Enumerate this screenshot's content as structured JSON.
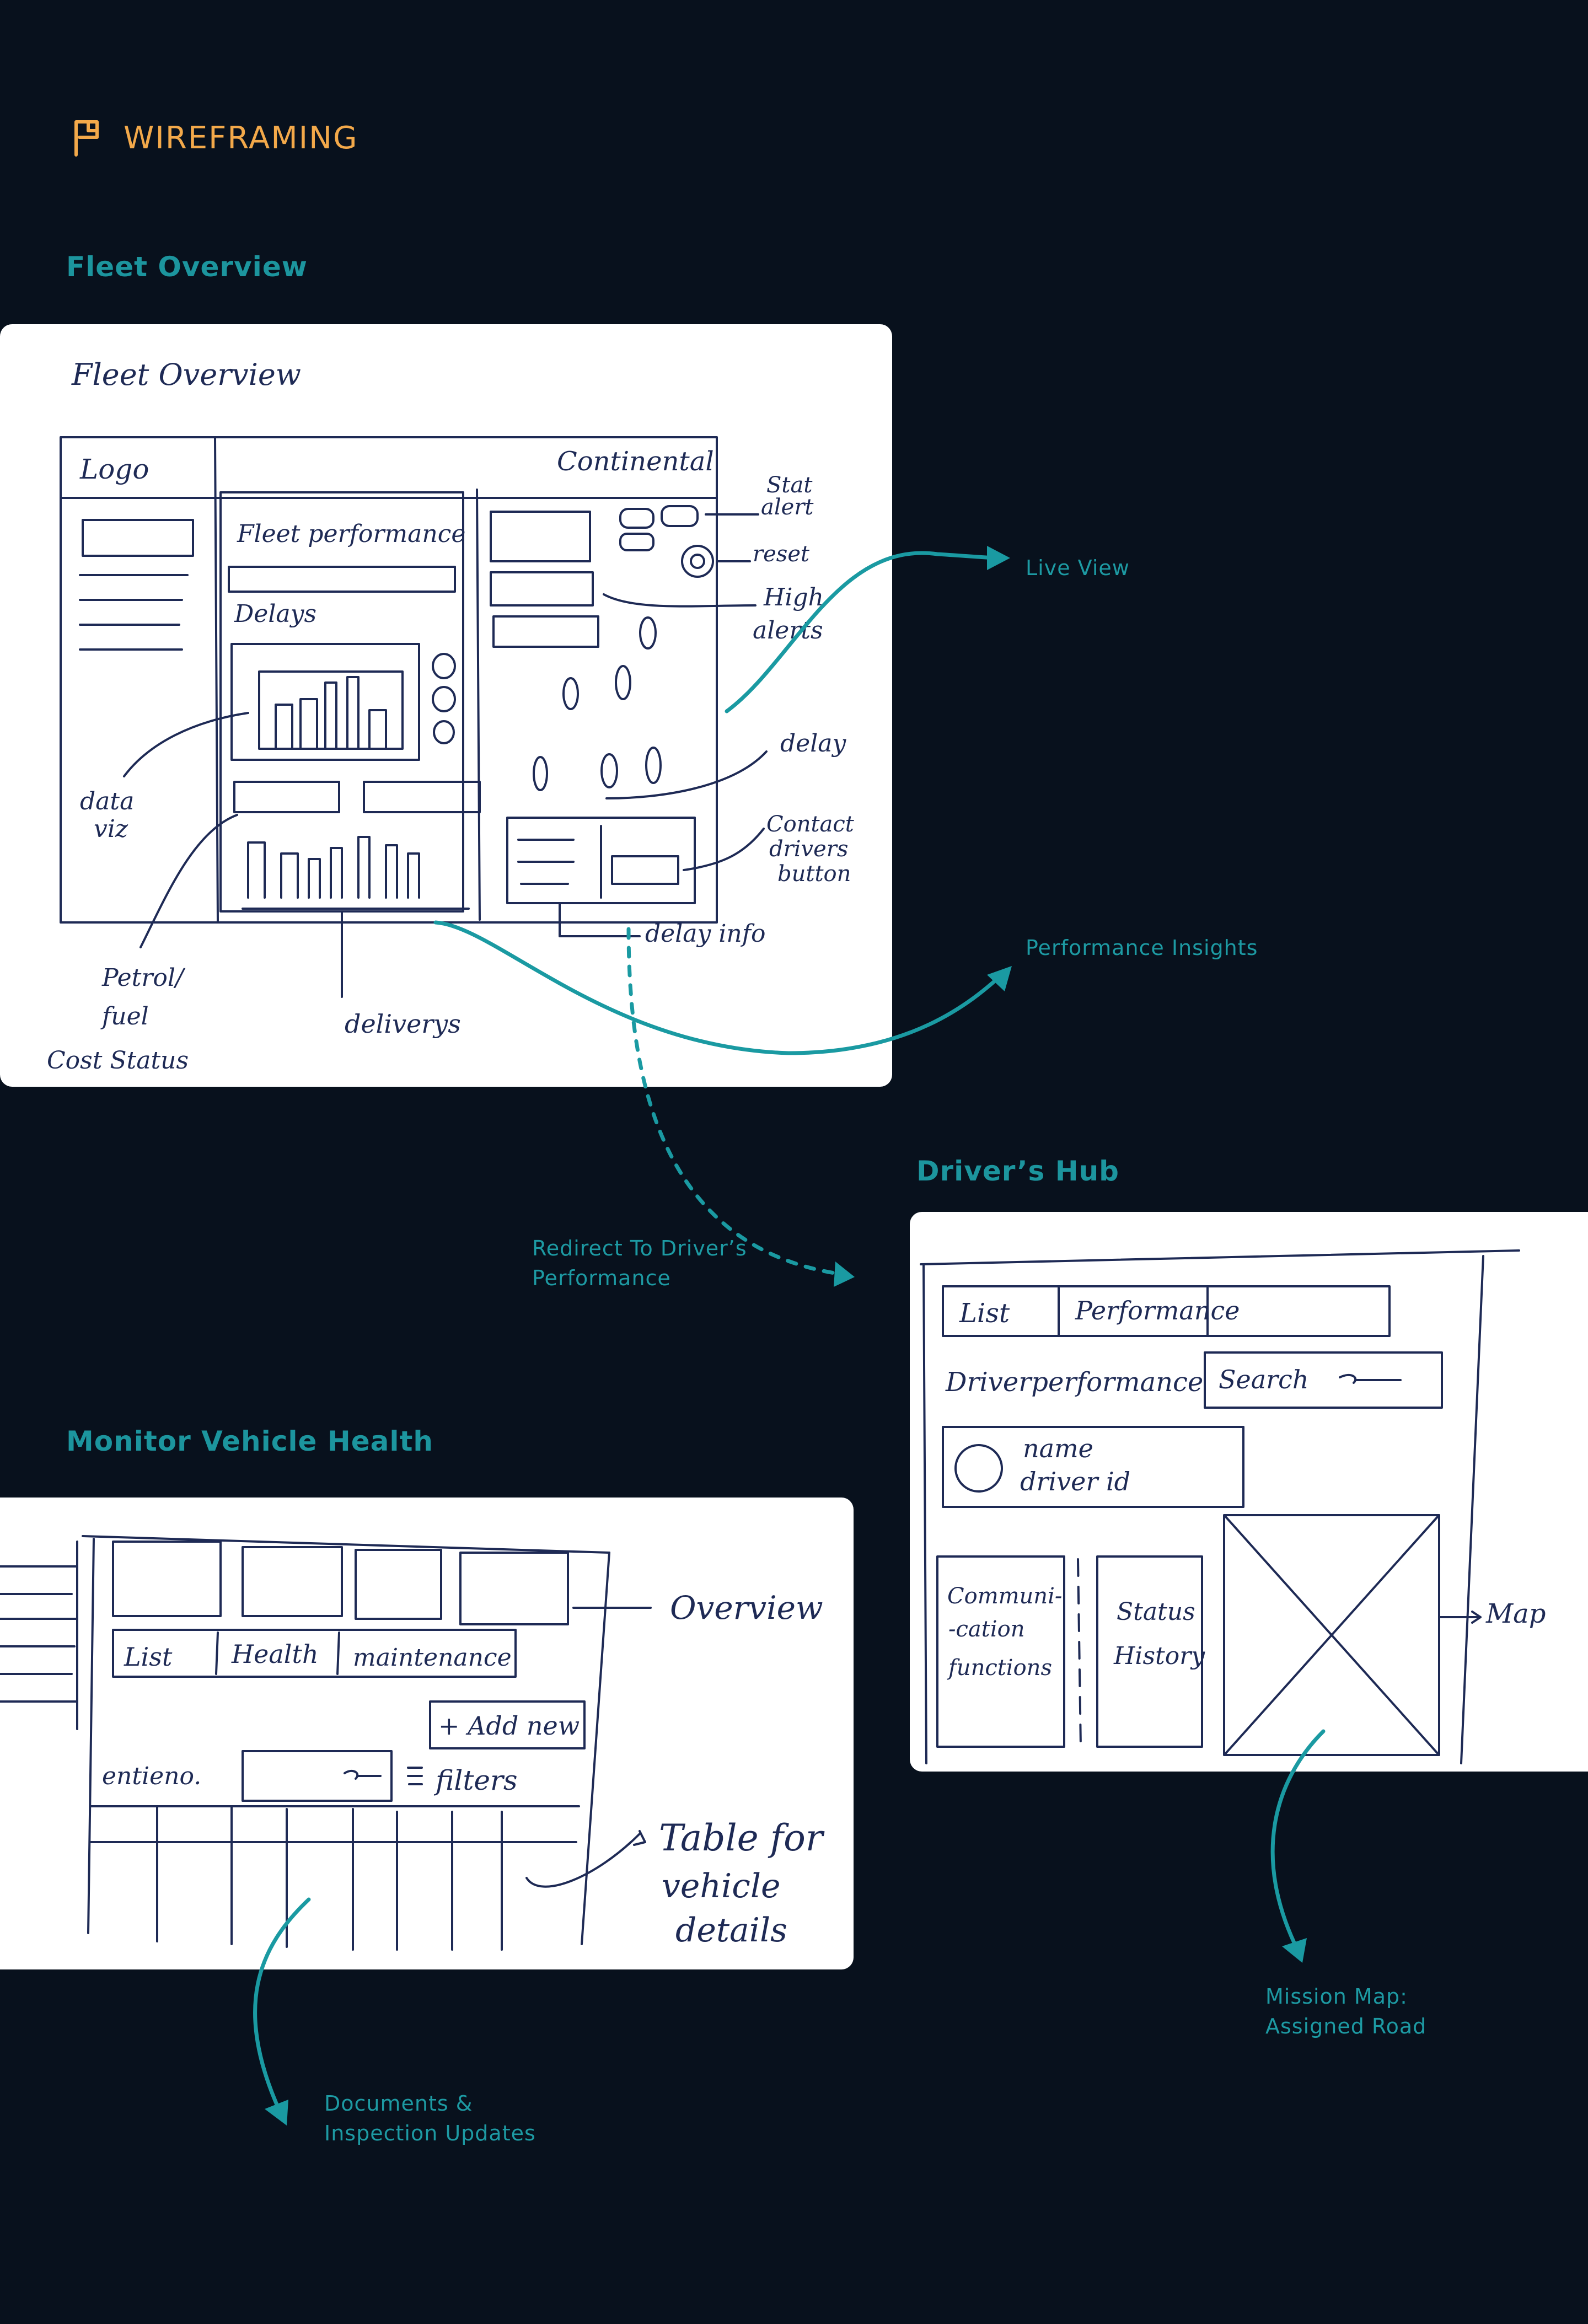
{
  "header": {
    "icon": "flag-icon",
    "title": "WIREFRAMING"
  },
  "accent_color": "#f3a94a",
  "teal_color": "#1c959e",
  "background_color": "#08111d",
  "sections": {
    "fleet_overview": "Fleet Overview",
    "drivers_hub": "Driver’s Hub",
    "vehicle_health": "Monitor Vehicle Health"
  },
  "annotations": {
    "live_view": "Live View",
    "performance_insights": "Performance Insights",
    "redirect_line1": "Redirect To Driver’s",
    "redirect_line2": "Performance",
    "mission_line1": "Mission Map:",
    "mission_line2": "Assigned Road",
    "documents_line1": "Documents &",
    "documents_line2": "Inspection Updates"
  },
  "sketch_fleet": {
    "title": "Fleet Overview",
    "logo": "Logo",
    "brand": "Continental",
    "fleet_performance": "Fleet performance",
    "delays": "Delays",
    "stat_alert_1": "Stat",
    "stat_alert_2": "alert",
    "reset": "reset",
    "high_alerts_1": "High",
    "high_alerts_2": "alerts",
    "delay": "delay",
    "contact_1": "Contact",
    "contact_2": "drivers",
    "contact_3": "button",
    "delay_info": "delay info",
    "data_viz_1": "data",
    "data_viz_2": "viz",
    "petrol_1": "Petrol/",
    "petrol_2": "fuel",
    "petrol_3": "Cost Status",
    "deliveries": "deliverys"
  },
  "sketch_driver": {
    "list": "List",
    "performance": "Performance",
    "driver_performance": "Driverperformance",
    "search": "Search",
    "name": "name",
    "driver_id": "driver id",
    "comm_1": "Communi-",
    "comm_2": "-cation",
    "comm_3": "functions",
    "status_1": "Status",
    "status_2": "History",
    "map": "Map"
  },
  "sketch_vehicle": {
    "overview": "Overview",
    "list": "List",
    "health": "Health",
    "maintenance": "maintenance",
    "add_new": "+ Add new",
    "entry_no": "entieno.",
    "filters": "filters",
    "table_1": "Table for",
    "table_2": "vehicle",
    "table_3": "details"
  }
}
